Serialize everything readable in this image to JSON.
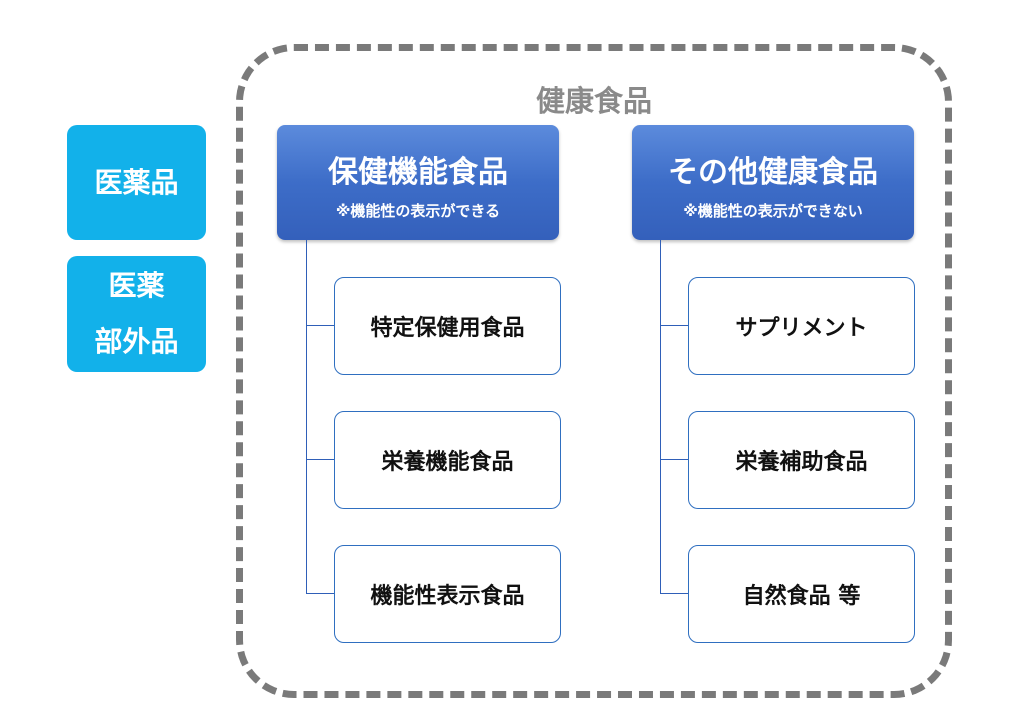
{
  "side_boxes": [
    {
      "lines": [
        "医薬品"
      ]
    },
    {
      "lines": [
        "医薬",
        "部外品"
      ]
    }
  ],
  "health_foods": {
    "title": "健康食品",
    "categories": [
      {
        "title": "保健機能食品",
        "note": "※機能性の表示ができる",
        "items": [
          "特定保健用食品",
          "栄養機能食品",
          "機能性表示食品"
        ]
      },
      {
        "title": "その他健康食品",
        "note": "※機能性の表示ができない",
        "items": [
          "サプリメント",
          "栄養補助食品",
          "自然食品 等"
        ]
      }
    ]
  }
}
